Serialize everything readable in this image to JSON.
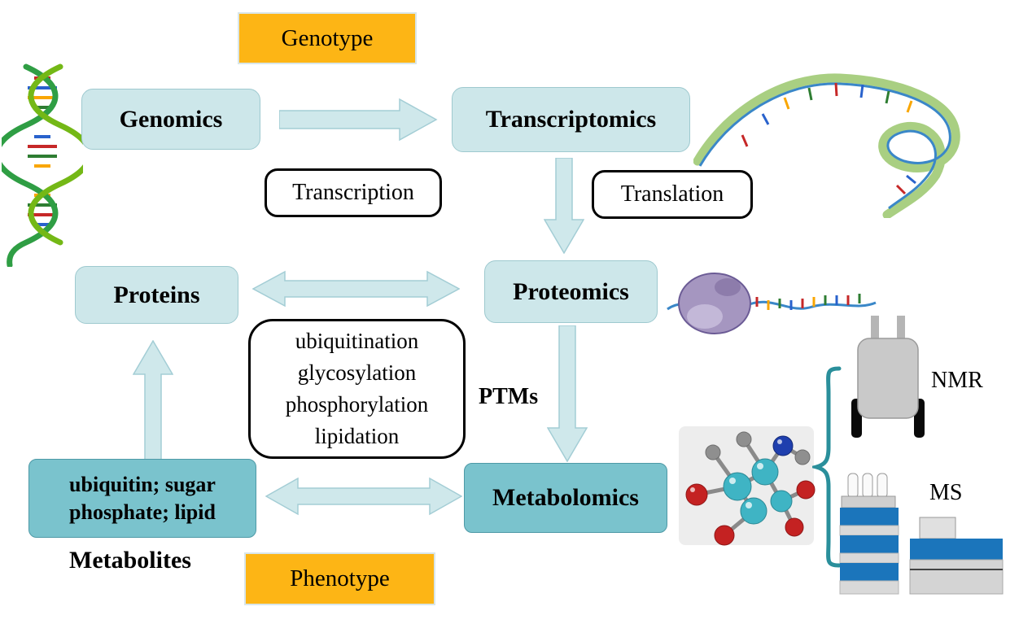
{
  "nodes": {
    "genotype": "Genotype",
    "genomics": "Genomics",
    "transcriptomics": "Transcriptomics",
    "proteins": "Proteins",
    "proteomics": "Proteomics",
    "metabolomics": "Metabolomics",
    "phenotype": "Phenotype",
    "metabolite_sources": {
      "line1": "ubiquitin; sugar",
      "line2": "phosphate; lipid"
    }
  },
  "labels": {
    "transcription": "Transcription",
    "translation": "Translation",
    "ptms": "PTMs",
    "metabolites": "Metabolites",
    "nmr": "NMR",
    "ms": "MS"
  },
  "ptm_types": [
    "ubiquitination",
    "glycosylation",
    "phosphorylation",
    "lipidation"
  ],
  "icons": [
    "dna-helix",
    "rna-ribbon",
    "ribosome-protein",
    "molecule-model",
    "curly-brace",
    "nmr-instrument",
    "ms-instrument"
  ],
  "colors": {
    "orange": "#FDB515",
    "cyan": "#CDE7EA",
    "cyan-border": "#9EC9CF",
    "teal": "#7AC3CD",
    "teal-border": "#4D99A6",
    "arrow": "#CFE8EB",
    "arrow-border": "#A3CDD5",
    "brace": "#2A8F9B",
    "instrument-blue": "#1B75BB"
  }
}
